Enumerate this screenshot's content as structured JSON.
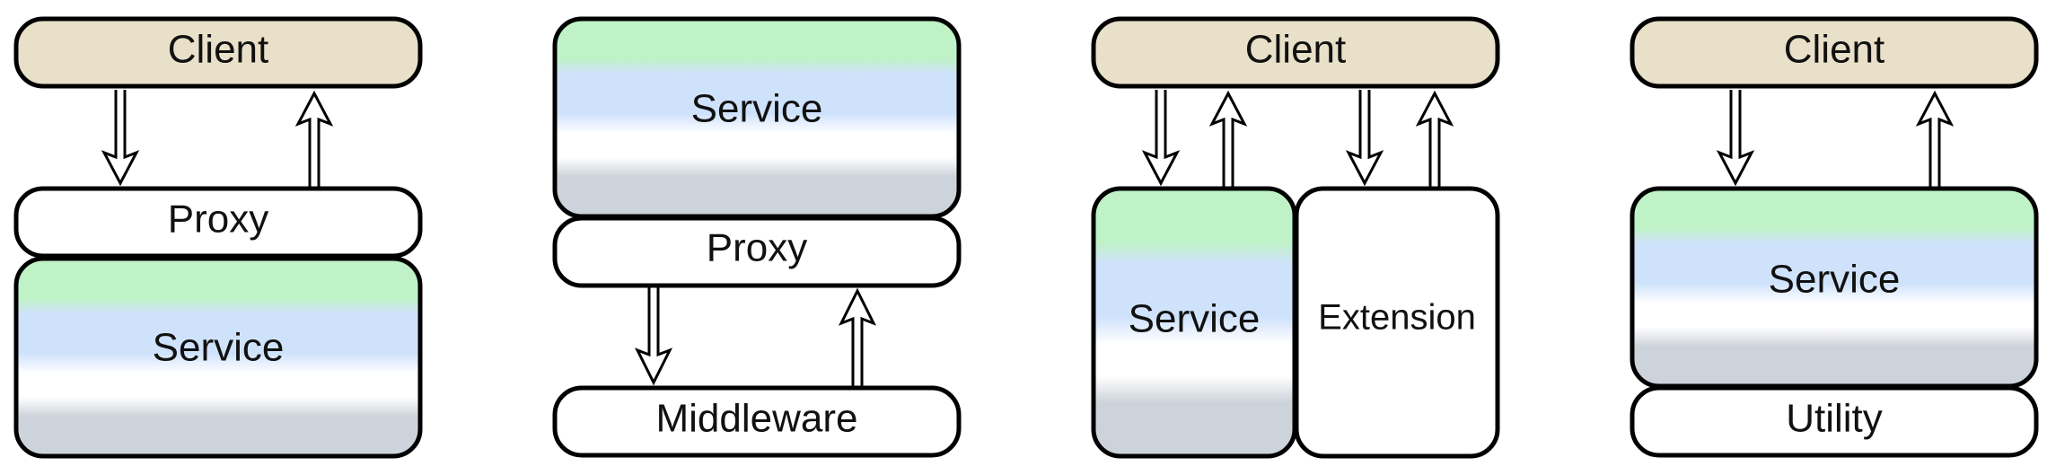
{
  "diagrams": [
    {
      "client_label": "Client",
      "proxy_label": "Proxy",
      "service_label": "Service"
    },
    {
      "service_label": "Service",
      "proxy_label": "Proxy",
      "middleware_label": "Middleware"
    },
    {
      "client_label": "Client",
      "service_label": "Service",
      "extension_label": "Extension"
    },
    {
      "client_label": "Client",
      "service_label": "Service",
      "utility_label": "Utility"
    }
  ],
  "colors": {
    "client_fill": "#e8e0c8",
    "service_green": "#bff2c6",
    "service_blue": "#cfe2fb",
    "service_white": "#ffffff",
    "service_gray": "#cdd3db",
    "stroke": "#000000"
  }
}
